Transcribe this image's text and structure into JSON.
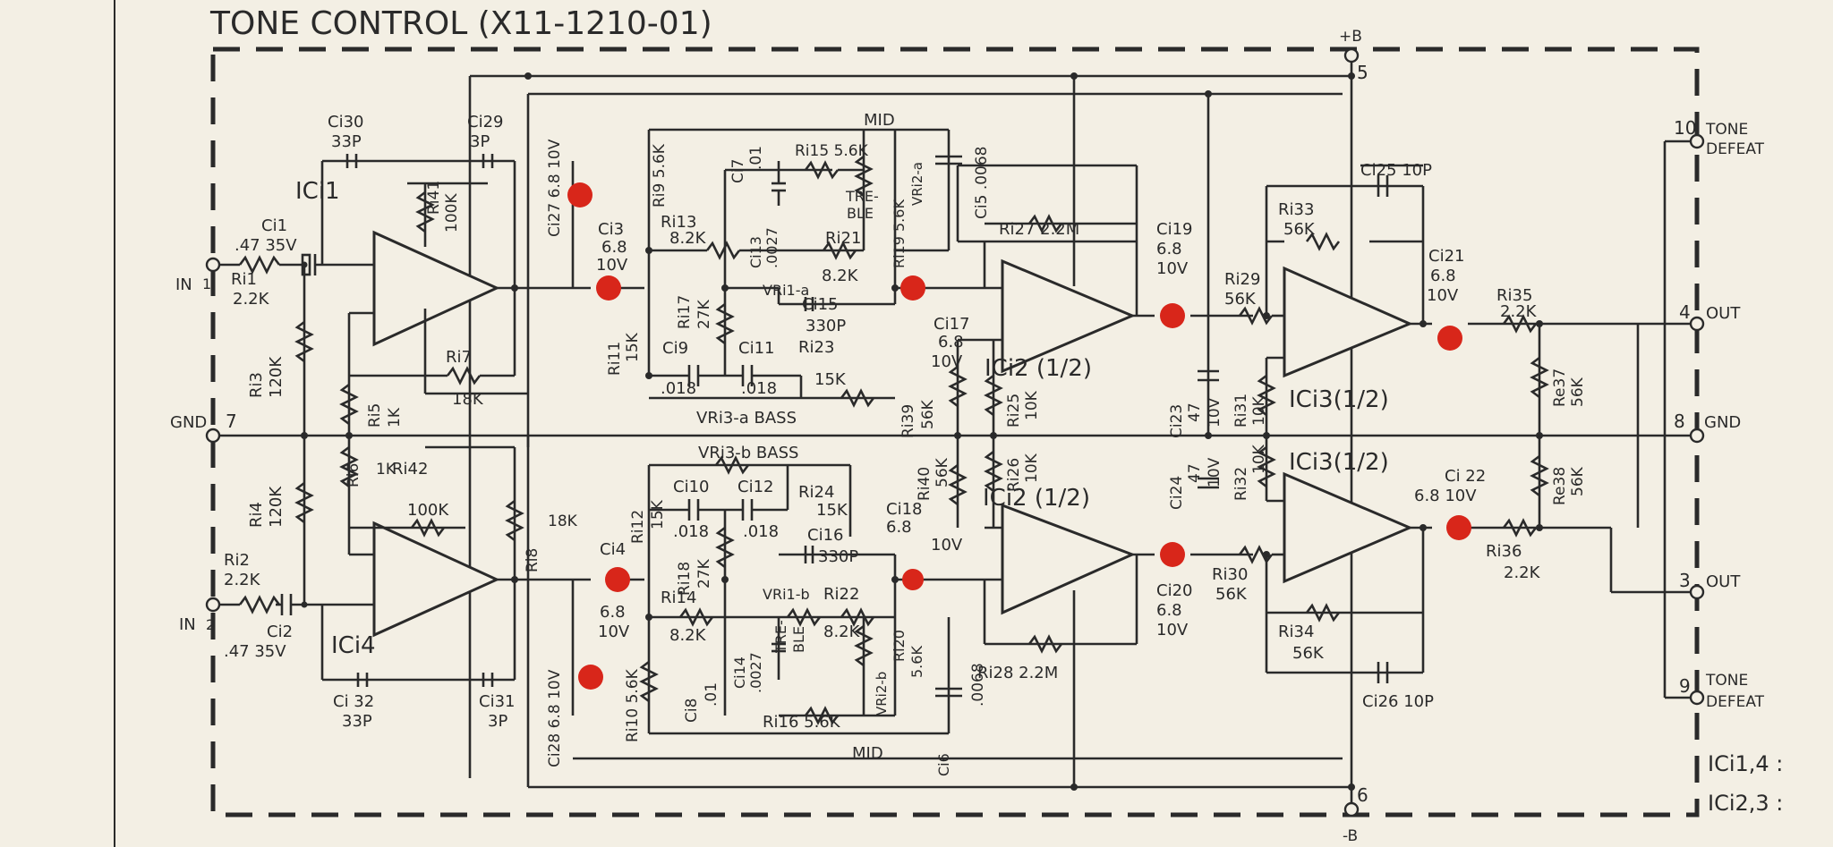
{
  "title": "TONE CONTROL (X11-1210-01)",
  "pins": {
    "plus_b": "+B",
    "minus_b": "-B",
    "p5": "5",
    "p6": "6",
    "p1": "1",
    "in1": "IN",
    "p2": "2",
    "in2": "IN",
    "p7": "7",
    "gnd_left": "GND",
    "p10": "10",
    "tone_defeat_top_1": "TONE",
    "tone_defeat_top_2": "DEFEAT",
    "p4": "4",
    "out_top": "OUT",
    "p8": "8",
    "gnd_right": "GND",
    "p3": "3",
    "out_bottom": "OUT",
    "p9": "9",
    "tone_defeat_bot_1": "TONE",
    "tone_defeat_bot_2": "DEFEAT"
  },
  "ics": {
    "ic1": "ICi1",
    "ic4": "ICi4",
    "ic2a": "ICi2 (1/2)",
    "ic2b": "ICi2 (1/2)",
    "ic3a": "ICi3(1/2)",
    "ic3b": "ICi3(1/2)",
    "note1": "ICi1,4 :",
    "note2": "ICi2,3 :"
  },
  "labels": {
    "ci30": "Ci30",
    "ci30v": "33P",
    "ci29": "Ci29",
    "ci29v": "3P",
    "ci1": "Ci1",
    "ci1v": ".47 35V",
    "ri1": "Ri1",
    "ri1v": "2.2K",
    "ri41": "Ri41",
    "ri41v": "100K",
    "ri3": "Ri3",
    "ri3v": "120K",
    "ri7": "Ri7",
    "ri7v": "18K",
    "ri5": "Ri5",
    "ri5v": "1K",
    "ri6": "Ri6",
    "ri6v": "1K",
    "ri42": "Ri42",
    "ri42v": "100K",
    "ri4": "Ri4",
    "ri4v": "120K",
    "ri8": "Ri8",
    "ri8v": "18K",
    "ri2": "Ri2",
    "ri2v": "2.2K",
    "ci2": "Ci2",
    "ci2v": ".47 35V",
    "ci32": "Ci 32",
    "ci32v": "33P",
    "ci31": "Ci31",
    "ci31v": "3P",
    "ci27": "Ci27 6.8 10V",
    "ci3": "Ci3",
    "ci3v1": "6.8",
    "ci3v2": "10V",
    "ri9": "Ri9 5.6K",
    "mid_top": "MID",
    "c17": "Ci7",
    "c17v": ".01",
    "ri15": "Ri15 5.6K",
    "vri2a": "VRi2-a",
    "ci5": "Ci5 .0068",
    "ri13": "Ri13",
    "ri13v": "8.2K",
    "ci13": "Ci13",
    "ci13v": ".0027",
    "treble_top": "TRE-",
    "treble_top2": "BLE",
    "ri21": "Ri21",
    "ri21v": "8.2K",
    "ri19": "Ri19 5.6K",
    "vri1a": "VRi1-a",
    "ci15": "Ci15",
    "ci15v": "330P",
    "ri17": "Ri17",
    "ri17v": "27K",
    "ri11": "Ri11",
    "ri11v": "15K",
    "ci9": "Ci9",
    "ci9v": ".018",
    "ci11": "Ci11",
    "ci11v": ".018",
    "ri23": "Ri23",
    "ri23v": "15K",
    "vri3a": "VRi3-a BASS",
    "ci17": "Ci17",
    "ci17v1": "6.8",
    "ci17v2": "10V",
    "ri27": "Ri27 2.2M",
    "ci19": "Ci19",
    "ci19v1": "6.8",
    "ci19v2": "10V",
    "ri39": "Ri39",
    "ri39v": "56K",
    "ri25": "Ri25",
    "ri25v": "10K",
    "ci23": "Ci23",
    "ci23v1": "47",
    "ci23v2": "10V",
    "ci25": "Ci25 10P",
    "ri33": "Ri33",
    "ri33v": "56K",
    "ri29": "Ri29",
    "ri29v": "56K",
    "ci21": "Ci21",
    "ci21v1": "6.8",
    "ci21v2": "10V",
    "ri35": "Ri35",
    "ri35v": "2.2K",
    "ri31": "Ri31",
    "ri31v": "10K",
    "re37": "Re37",
    "re37v": "56K",
    "vri3b": "VRi3-b BASS",
    "ci10": "Ci10",
    "ci12": "Ci12",
    "ri24": "Ri24",
    "ri24v": "15K",
    "ri12": "Ri12",
    "ri12v": "15K",
    "ci10v": ".018",
    "ci12v": ".018",
    "ri18": "Ri18",
    "ri18v": "27K",
    "ci16": "Ci16",
    "ci16v": "330P",
    "ci4": "Ci4",
    "ci4v1": "6.8",
    "ci4v2": "10V",
    "ri14": "Ri14",
    "ri14v": "8.2K",
    "vri1b": "VRi1-b",
    "ri22": "Ri22",
    "ri22v": "8.2K",
    "ci14": "Ci14",
    "ci14v": ".0027",
    "treble_bot": "TRE-",
    "treble_bot2": "BLE",
    "ri20": "Ri20",
    "ri20v": "5.6K",
    "ci8": "Ci8",
    "ci8v": ".01",
    "ri16": "Ri16 5.6K",
    "vri2b": "VRi2-b",
    "ci6": "Ci6",
    "ci6v": ".0068",
    "ri10": "Ri10 5.6K",
    "ci28": "Ci28 6.8 10V",
    "mid_bot": "MID",
    "ri40": "Ri40",
    "ri40v": "56K",
    "ci18": "Ci18",
    "ci18v1": "6.8",
    "ci18v2": "10V",
    "ri26": "Ri26",
    "ri26v": "10K",
    "ci24": "Ci24",
    "ci24v1": "47",
    "ci24v2": "10V",
    "ri28": "Ri28 2.2M",
    "ci20": "Ci20",
    "ci20v1": "6.8",
    "ci20v2": "10V",
    "ri32": "Ri32",
    "ri32v": "10K",
    "ci22": "Ci 22",
    "ci22v": "6.8 10V",
    "ri30": "Ri30",
    "ri30v": "56K",
    "ri34": "Ri34",
    "ri34v": "56K",
    "ri36": "Ri36",
    "ri36v": "2.2K",
    "re38": "Re38",
    "re38v": "56K",
    "ci26": "Ci26 10P"
  },
  "colors": {
    "ink": "#2a2a2a",
    "paper": "#f3efe4",
    "marker": "#d8261a"
  }
}
